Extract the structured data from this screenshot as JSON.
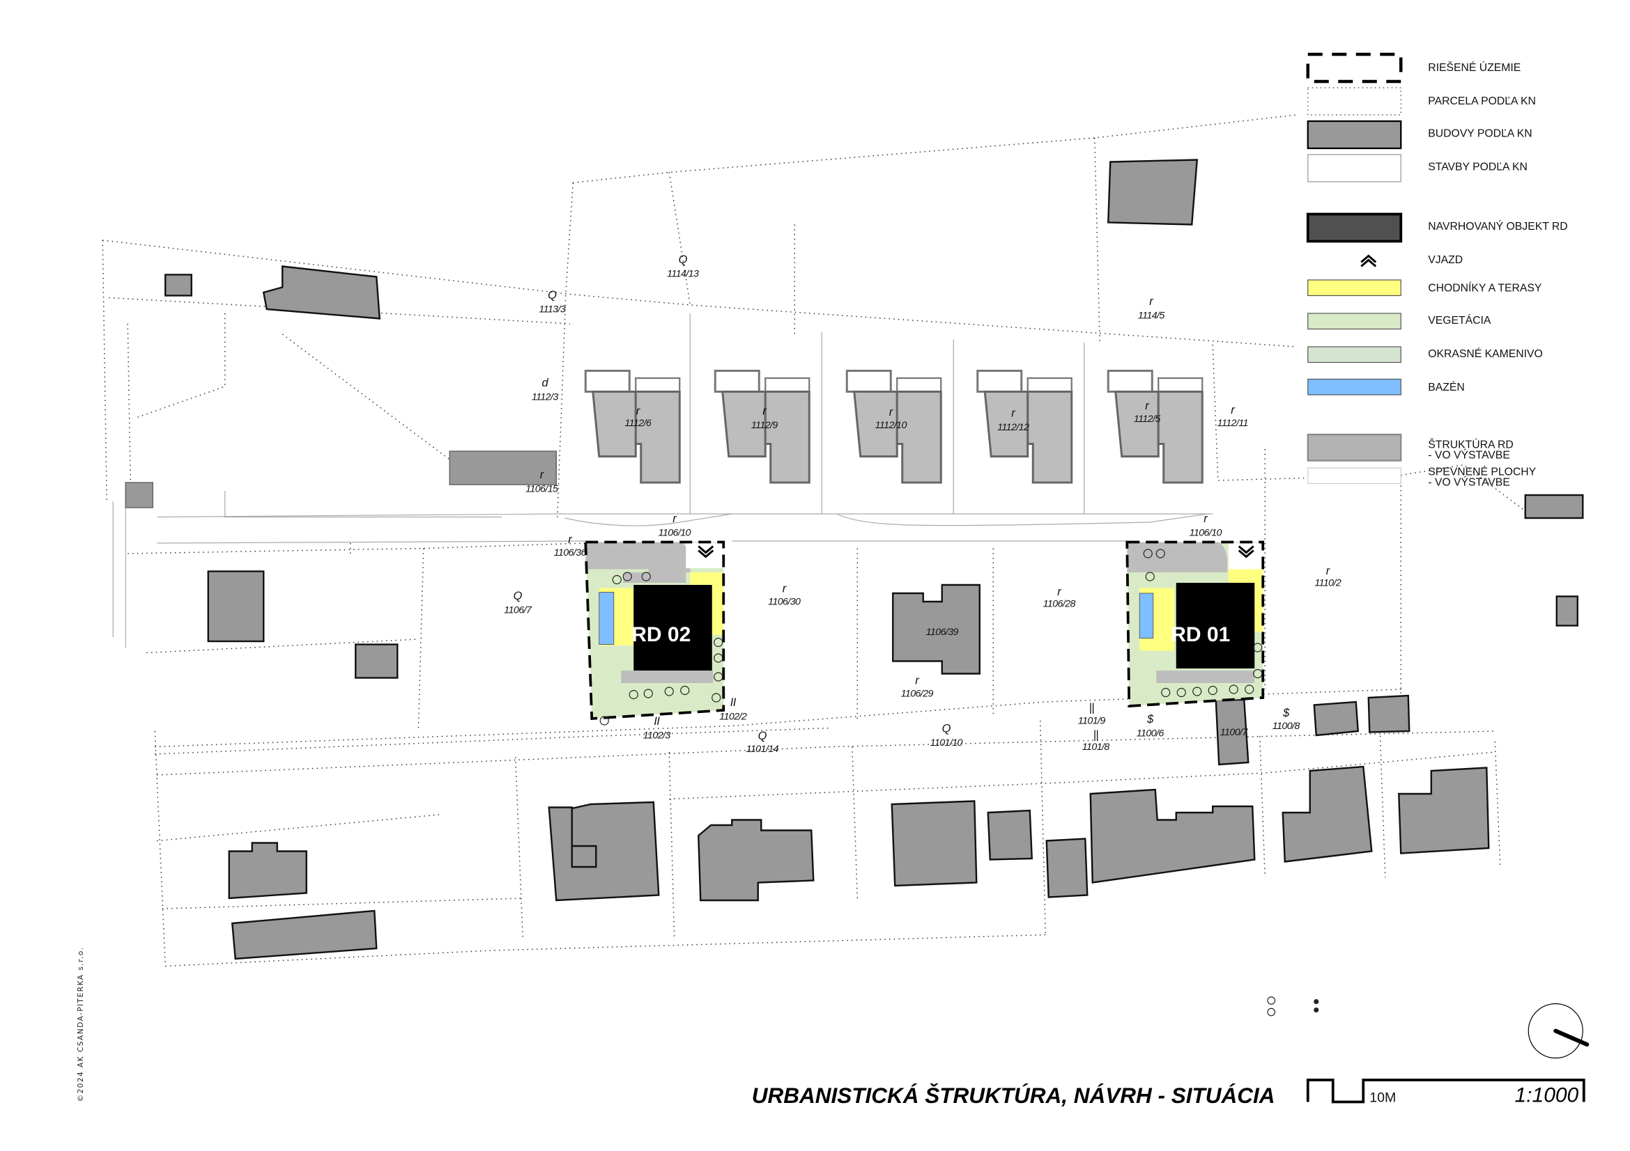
{
  "legend": {
    "items": [
      {
        "label": "RIEŠENÉ ÚZEMIE",
        "swatch": "dashed-border"
      },
      {
        "label": "PARCELA PODĽA KN",
        "swatch": "dotted-border"
      },
      {
        "label": "BUDOVY PODĽA KN",
        "color": "#999999"
      },
      {
        "label": "STAVBY PODĽA KN",
        "color": "#ffffff"
      },
      {
        "label": "NAVRHOVANÝ OBJEKT RD",
        "color": "#505050"
      },
      {
        "label": "VJAZD",
        "swatch": "double-chevron-icon"
      },
      {
        "label": "CHODNÍKY A TERASY",
        "color": "#ffff80"
      },
      {
        "label": "VEGETÁCIA",
        "color": "#d9ebc6"
      },
      {
        "label": "OKRASNÉ KAMENIVO",
        "color": "#d5e3d1"
      },
      {
        "label": "BAZÉN",
        "color": "#7fbfff"
      },
      {
        "label_line1": "ŠTRUKTÚRA RD",
        "label_line2": "- VO VÝSTAVBE",
        "color": "#b3b3b3"
      },
      {
        "label_line1": "SPEVNENÉ PLOCHY",
        "label_line2": "- VO VÝSTAVBE",
        "color": "#ffffff"
      }
    ]
  },
  "houses": {
    "rd02": "RD 02",
    "rd01": "RD 01"
  },
  "parcels": [
    {
      "use": "Q",
      "id": "1114/13"
    },
    {
      "use": "Q",
      "id": "1113/3"
    },
    {
      "use": "r",
      "id": "1114/5"
    },
    {
      "use": "d",
      "id": "1112/3"
    },
    {
      "use": "r",
      "id": "1112/6"
    },
    {
      "use": "r",
      "id": "1112/9"
    },
    {
      "use": "r",
      "id": "1112/10"
    },
    {
      "use": "r",
      "id": "1112/12"
    },
    {
      "use": "r",
      "id": "1112/5"
    },
    {
      "use": "r",
      "id": "1112/11"
    },
    {
      "use": "r",
      "id": "1106/15"
    },
    {
      "use": "r",
      "id": "1106/10"
    },
    {
      "use": "r",
      "id": "1106/10"
    },
    {
      "use": "r",
      "id": "1106/36"
    },
    {
      "use": "Q",
      "id": "1106/7"
    },
    {
      "use": "r",
      "id": "1106/30"
    },
    {
      "use": "",
      "id": "1106/39"
    },
    {
      "use": "r",
      "id": "1106/29"
    },
    {
      "use": "r",
      "id": "1106/28"
    },
    {
      "use": "r",
      "id": "1110/2"
    },
    {
      "use": "II",
      "id": "1102/2"
    },
    {
      "use": "II",
      "id": "1102/3"
    },
    {
      "use": "Q",
      "id": "1101/14"
    },
    {
      "use": "Q",
      "id": "1101/10"
    },
    {
      "use": "||",
      "id": "1101/9"
    },
    {
      "use": "||",
      "id": "1101/8"
    },
    {
      "use": "$",
      "id": "1100/6"
    },
    {
      "use": "",
      "id": "1100/7"
    },
    {
      "use": "$",
      "id": "1100/8"
    }
  ],
  "title": "URBANISTICKÁ ŠTRUKTÚRA, NÁVRH - SITUÁCIA",
  "scale_bar": {
    "unit_label": "10M",
    "scale": "1:1000"
  },
  "copyright": "©2024 AK CSANDA-PITERKA s.r.o."
}
